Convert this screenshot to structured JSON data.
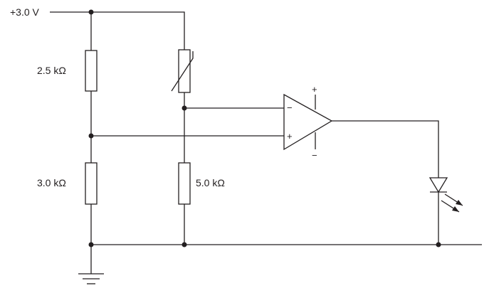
{
  "supply_label": "+3.0 V",
  "resistors": {
    "r_top_left": "2.5 kΩ",
    "r_bottom_left": "3.0 kΩ",
    "r_bottom_right": "5.0 kΩ"
  },
  "opamp": {
    "inverting_sign": "−",
    "noninverting_sign": "+",
    "supply_pos_sign": "+",
    "supply_neg_sign": "−"
  },
  "colors": {
    "ink": "#231f20",
    "background": "#ffffff"
  },
  "icons": [
    "thermistor-symbol",
    "op-amp-symbol",
    "led-symbol",
    "ground-symbol"
  ]
}
